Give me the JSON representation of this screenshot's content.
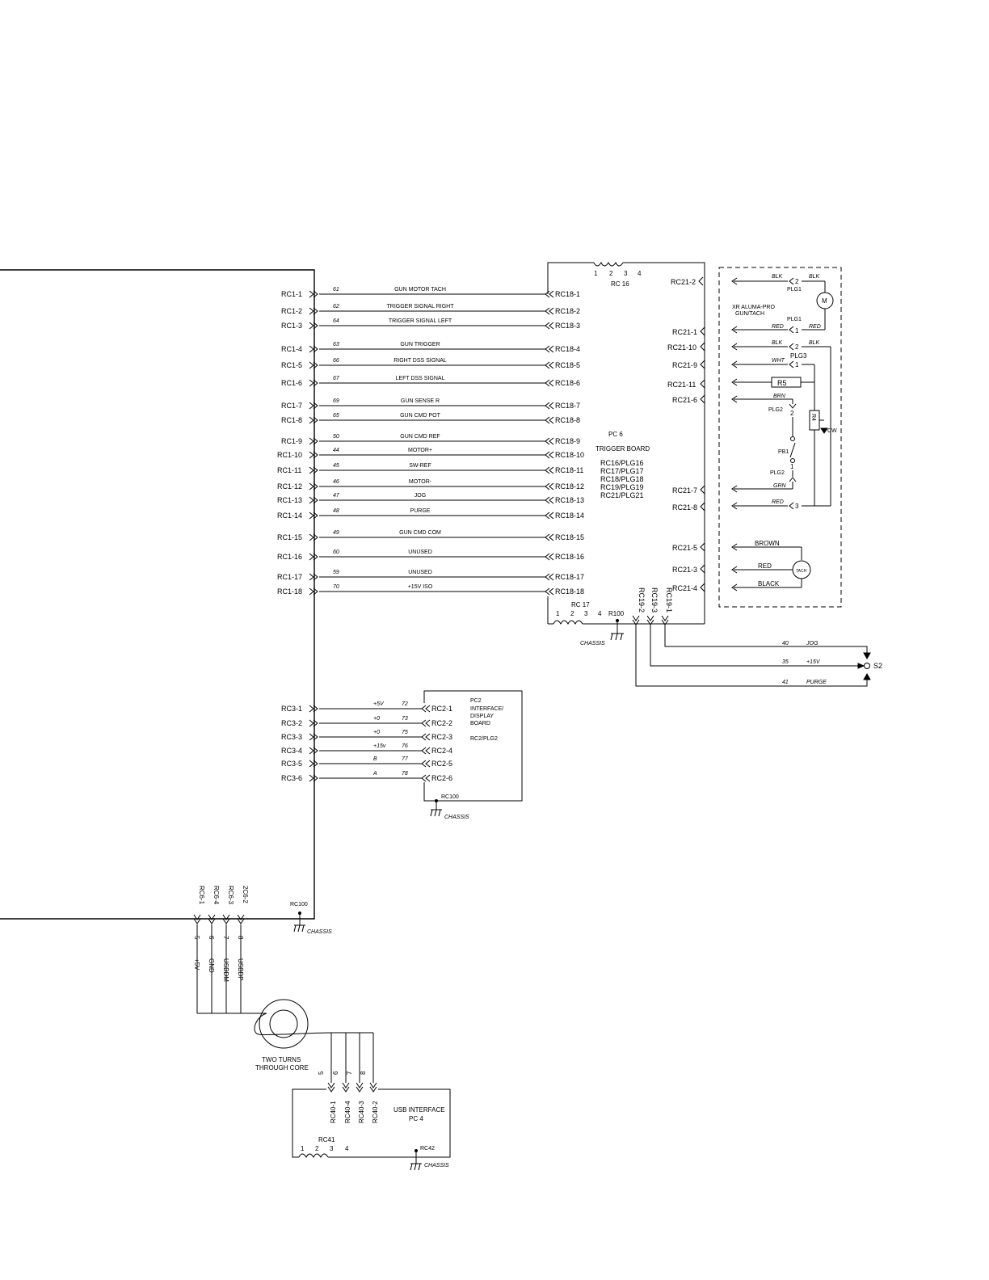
{
  "rc1_rc18": [
    {
      "left": "RC1-1",
      "wire": "61",
      "signal": "GUN MOTOR TACH",
      "right": "RC18-1"
    },
    {
      "left": "RC1-2",
      "wire": "62",
      "signal": "TRIGGER SIGNAL RIGHT",
      "right": "RC18-2"
    },
    {
      "left": "RC1-3",
      "wire": "64",
      "signal": "TRIGGER SIGNAL LEFT",
      "right": "RC18-3"
    },
    {
      "left": "RC1-4",
      "wire": "63",
      "signal": "GUN TRIGGER",
      "right": "RC18-4"
    },
    {
      "left": "RC1-5",
      "wire": "66",
      "signal": "RIGHT DSS SIGNAL",
      "right": "RC18-5"
    },
    {
      "left": "RC1-6",
      "wire": "67",
      "signal": "LEFT DSS SIGNAL",
      "right": "RC18-6"
    },
    {
      "left": "RC1-7",
      "wire": "69",
      "signal": "GUN SENSE R",
      "right": "RC18-7"
    },
    {
      "left": "RC1-8",
      "wire": "65",
      "signal": "GUN CMD POT",
      "right": "RC18-8"
    },
    {
      "left": "RC1-9",
      "wire": "50",
      "signal": "GUN CMD REF",
      "right": "RC18-9"
    },
    {
      "left": "RC1-10",
      "wire": "44",
      "signal": "MOTOR+",
      "right": "RC18-10"
    },
    {
      "left": "RC1-11",
      "wire": "45",
      "signal": "SW-REF",
      "right": "RC18-11"
    },
    {
      "left": "RC1-12",
      "wire": "46",
      "signal": "MOTOR-",
      "right": "RC18-12"
    },
    {
      "left": "RC1-13",
      "wire": "47",
      "signal": "JOG",
      "right": "RC18-13"
    },
    {
      "left": "RC1-14",
      "wire": "48",
      "signal": "PURGE",
      "right": "RC18-14"
    },
    {
      "left": "RC1-15",
      "wire": "49",
      "signal": "GUN CMD COM",
      "right": "RC18-15"
    },
    {
      "left": "RC1-16",
      "wire": "60",
      "signal": "UNUSED",
      "right": "RC18-16"
    },
    {
      "left": "RC1-17",
      "wire": "59",
      "signal": "UNUSED",
      "right": "RC18-17"
    },
    {
      "left": "RC1-18",
      "wire": "70",
      "signal": "+15V ISO",
      "right": "RC18-18"
    }
  ],
  "pc6": {
    "name": "PC 6",
    "title": "TRIGGER BOARD",
    "connectors": [
      "RC16/PLG16",
      "RC17/PLG17",
      "RC18/PLG18",
      "RC19/PLG19",
      "RC21/PLG21"
    ],
    "rc16_label": "RC 16",
    "rc16_pins": [
      "1",
      "2",
      "3",
      "4"
    ],
    "rc17_label": "RC 17",
    "rc17_pins": [
      "1",
      "2",
      "3",
      "4"
    ],
    "r100": "R100",
    "rc19_pins": [
      "RC19-2",
      "RC19-3",
      "RC19-1"
    ],
    "chassis": "CHASSIS"
  },
  "rc21_labels": [
    "RC21-2",
    "RC21-1",
    "RC21-10",
    "RC21-9",
    "RC21-11",
    "RC21-6",
    "RC21-7",
    "RC21-8",
    "RC21-5",
    "RC21-3",
    "RC21-4"
  ],
  "gun": {
    "title_line1": "XR ALUMA-PRO",
    "title_line2": "GUN/TACH",
    "motor": "M",
    "plg1_a": "PLG1",
    "plg1_b": "PLG1",
    "plg3": "PLG3",
    "plg2_a": "PLG2",
    "plg2_b": "PLG2",
    "pb1": "PB1",
    "r5": "R5",
    "r4": "R4",
    "cw": "CW",
    "tach": "TACH",
    "wires": {
      "blk": "BLK",
      "red": "RED",
      "wht": "WHT",
      "brn": "BRN",
      "grn": "GRN"
    },
    "pins": {
      "p2": "2",
      "p1": "1",
      "p3": "3"
    },
    "tach_wires": [
      "BROWN",
      "RED",
      "BLACK"
    ]
  },
  "s2": {
    "label": "S2",
    "rows": [
      {
        "wire": "40",
        "signal": "JOG"
      },
      {
        "wire": "35",
        "signal": "+15V"
      },
      {
        "wire": "41",
        "signal": "PURGE"
      }
    ]
  },
  "rc3_rc2": [
    {
      "left": "RC3-1",
      "signal": "+5V",
      "wire": "72",
      "right": "RC2-1"
    },
    {
      "left": "RC3-2",
      "signal": "+0",
      "wire": "73",
      "right": "RC2-2"
    },
    {
      "left": "RC3-3",
      "signal": "+0",
      "wire": "75",
      "right": "RC2-3"
    },
    {
      "left": "RC3-4",
      "signal": "+15v",
      "wire": "76",
      "right": "RC2-4"
    },
    {
      "left": "RC3-5",
      "signal": "B",
      "wire": "77",
      "right": "RC2-5"
    },
    {
      "left": "RC3-6",
      "signal": "A",
      "wire": "78",
      "right": "RC2-6"
    }
  ],
  "pc2": {
    "lines": [
      "PC2",
      "INTERFACE/",
      "DISPLAY",
      "BOARD"
    ],
    "plug": "RC2/PLG2",
    "rc100": "RC100",
    "chassis": "CHASSIS"
  },
  "rc6": {
    "connectors": [
      "RC6-1",
      "RC6-4",
      "RC6-3",
      "2C6-2"
    ],
    "pins": [
      "5",
      "6",
      "7",
      "8"
    ],
    "signals": [
      "+5V",
      "GND",
      "USBDM",
      "USBDP"
    ],
    "rc100": "RC100",
    "chassis": "CHASSIS"
  },
  "core": {
    "line1": "TWO TURNS",
    "line2": "THROUGH CORE"
  },
  "usb": {
    "pins": [
      "5",
      "6",
      "7",
      "8"
    ],
    "connectors": [
      "RC40-1",
      "RC40-4",
      "RC40-3",
      "RC40-2"
    ],
    "title1": "USB INTERFACE",
    "title2": "PC 4",
    "rc41": "RC41",
    "rc41_pins": [
      "1",
      "2",
      "3",
      "4"
    ],
    "rc42": "RC42",
    "chassis": "CHASSIS"
  }
}
